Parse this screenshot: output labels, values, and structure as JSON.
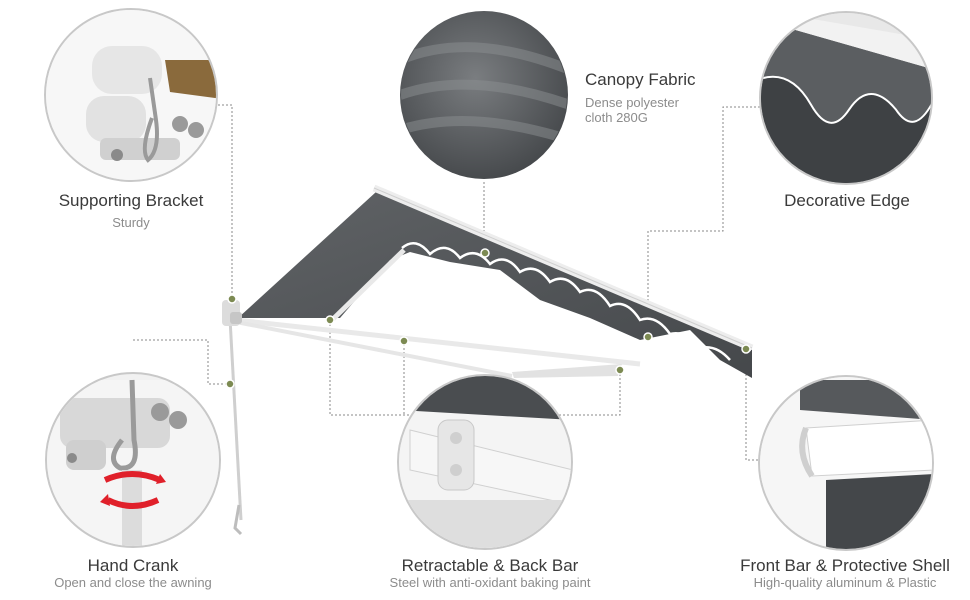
{
  "features": [
    {
      "id": "bracket",
      "title": "Supporting Bracket",
      "subtitle": "Sturdy"
    },
    {
      "id": "fabric",
      "title": "Canopy Fabric",
      "subtitle": "Dense polyester cloth 280G"
    },
    {
      "id": "edge",
      "title": "Decorative Edge",
      "subtitle": ""
    },
    {
      "id": "crank",
      "title": "Hand Crank",
      "subtitle": "Open and close the awning"
    },
    {
      "id": "bar",
      "title": "Retractable & Back Bar",
      "subtitle": "Steel with anti-oxidant baking paint"
    },
    {
      "id": "front",
      "title": "Front Bar & Protective Shell",
      "subtitle": "High-quality aluminum & Plastic"
    }
  ],
  "fabric_subtitle_lines": [
    "Dense polyester",
    "cloth 280G"
  ],
  "colors": {
    "fabric": "#55585b",
    "frame": "#f2f2f2",
    "leader": "#8a8a8a",
    "marker": "#7c8a52",
    "crank_arrow": "#e0202a"
  }
}
